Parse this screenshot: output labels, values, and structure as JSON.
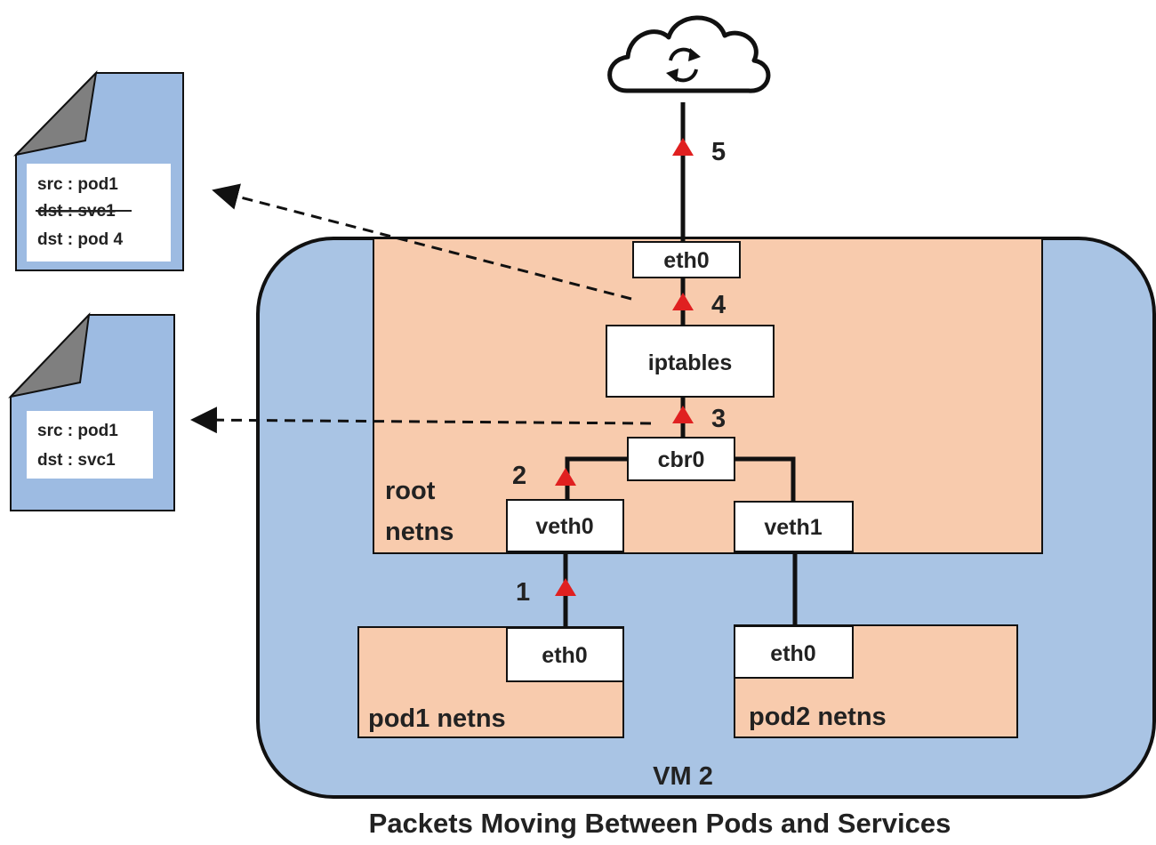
{
  "caption": "Packets Moving Between Pods and Services",
  "vm": {
    "label": "VM 2"
  },
  "root_netns": {
    "label_line1": "root",
    "label_line2": "netns"
  },
  "pods": {
    "pod1": {
      "label": "pod1 netns",
      "iface": "eth0"
    },
    "pod2": {
      "label": "pod2 netns",
      "iface": "eth0"
    }
  },
  "nodes": {
    "eth0_root": "eth0",
    "iptables": "iptables",
    "cbr0": "cbr0",
    "veth0": "veth0",
    "veth1": "veth1"
  },
  "steps": [
    "1",
    "2",
    "3",
    "4",
    "5"
  ],
  "packet_before": {
    "src": "src : pod1",
    "dst": "dst : svc1"
  },
  "packet_after": {
    "src": "src : pod1",
    "dst_old": "dst : svc1",
    "dst_new": "dst : pod 4"
  },
  "cloud": {
    "icon": "cloud-sync-icon"
  },
  "colors": {
    "vm_fill": "#a9c4e4",
    "netns_fill": "#f8cbad",
    "arrow_red": "#e02020",
    "outline": "#111111"
  }
}
